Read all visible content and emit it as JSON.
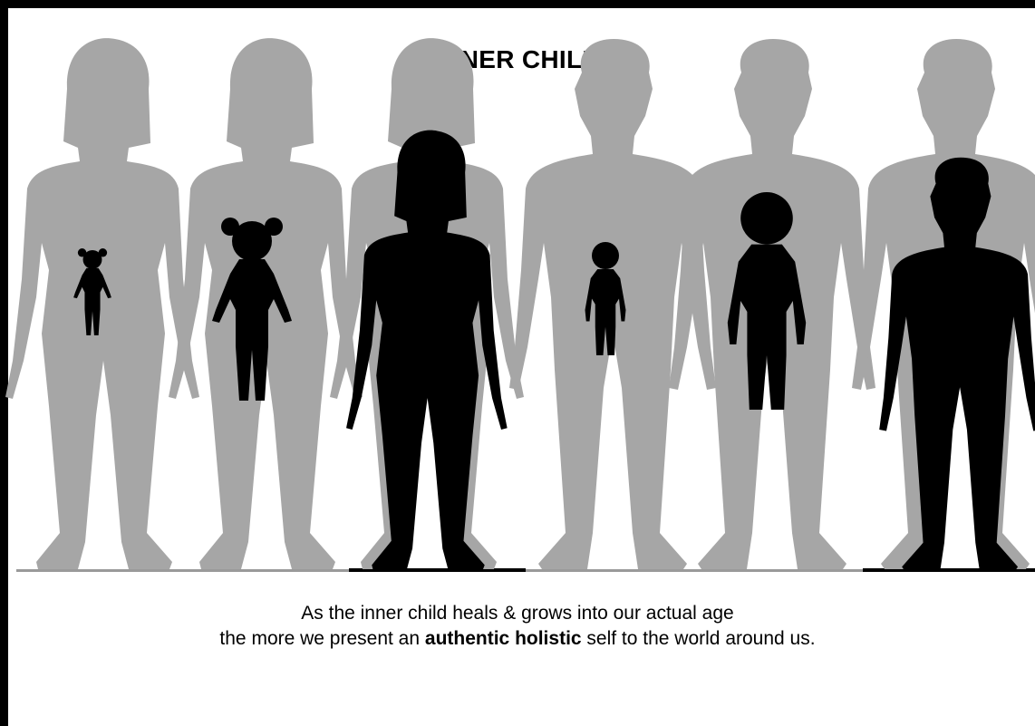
{
  "title": "INNER CHILD",
  "caption": {
    "line1": "As the inner child heals & grows into our actual age",
    "line2_before": "the more we present an ",
    "line2_bold": "authentic holistic",
    "line2_after": " self to the world around us."
  },
  "colors": {
    "adult_silhouette": "#a6a6a6",
    "inner_child_silhouette": "#000000",
    "ground": "#000000"
  }
}
